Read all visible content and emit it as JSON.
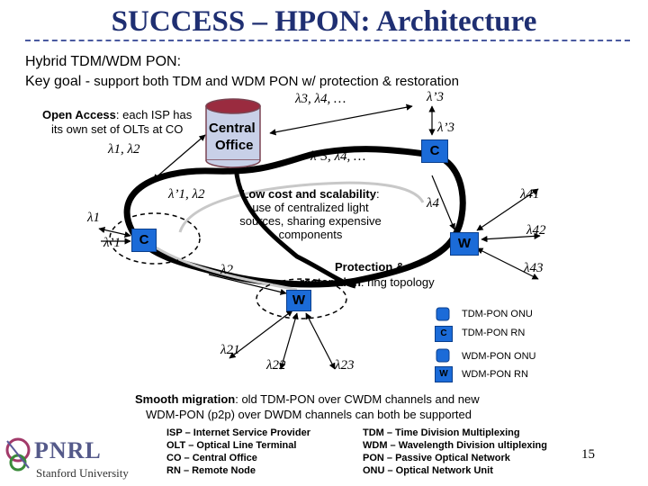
{
  "title": "SUCCESS – HPON: Architecture",
  "intro": {
    "line1": "Hybrid TDM/WDM PON:",
    "line2_bold": "Key goal -",
    "line2_rest": " support both TDM and WDM PON w/ protection & restoration"
  },
  "open_access": {
    "bold": "Open Access",
    "rest1": ": each ISP has",
    "rest2": "its own set of OLTs at CO"
  },
  "central_office": {
    "line1": "Central",
    "line2": "Office"
  },
  "low_cost": {
    "bold": "Low cost and scalability",
    "rest1": ":",
    "rest2": "use of centralized light",
    "rest3": "sources, sharing expensive",
    "rest4": "components"
  },
  "protection": {
    "bold1": "Protection &",
    "bold2": "restoration",
    "rest": ": ring topology"
  },
  "wavelength_labels": {
    "co_out": "λ3, λ4, …",
    "l3p_top": "λ’3",
    "l3p_mid": "λ’3",
    "co_upper": "λ’3, λ4, …",
    "co_left": "λ1, λ2",
    "co_left_p": "λ’1, λ2",
    "left_l1": "λ1",
    "left_l1p": "λ’1",
    "l4": "λ4",
    "l41": "λ41",
    "l42": "λ42",
    "l43": "λ43",
    "l2": "λ2",
    "l21": "λ21",
    "l22": "λ22",
    "l23": "λ23"
  },
  "nodes": {
    "c_right": "C",
    "c_left": "C",
    "w_right": "W",
    "w_bottom": "W"
  },
  "legend": {
    "onu_tdm": "TDM-PON ONU",
    "rn_tdm_symbol": "C",
    "rn_tdm": "TDM-PON RN",
    "onu_wdm": "WDM-PON ONU",
    "rn_wdm_symbol": "W",
    "rn_wdm": "WDM-PON RN"
  },
  "smooth": {
    "bold": "Smooth migration",
    "rest1": ": old TDM-PON over CWDM channels and new",
    "rest2": "WDM-PON (p2p) over DWDM channels can both be supported"
  },
  "abbrev_left": [
    "ISP – Internet Service Provider",
    "OLT – Optical Line Terminal",
    "CO – Central Office",
    "RN – Remote Node"
  ],
  "abbrev_right": [
    "TDM – Time Division Multiplexing",
    "WDM – Wavelength Division ultiplexing",
    "PON – Passive Optical Network",
    "ONU – Optical Network Unit"
  ],
  "logo": {
    "name": "PNRL",
    "sub": "Stanford University"
  },
  "page_number": "15",
  "colors": {
    "title": "#1f2f72",
    "node": "#1b6bd8",
    "co_top": "#9a2b3f",
    "co_body": "#c8d0e8"
  }
}
